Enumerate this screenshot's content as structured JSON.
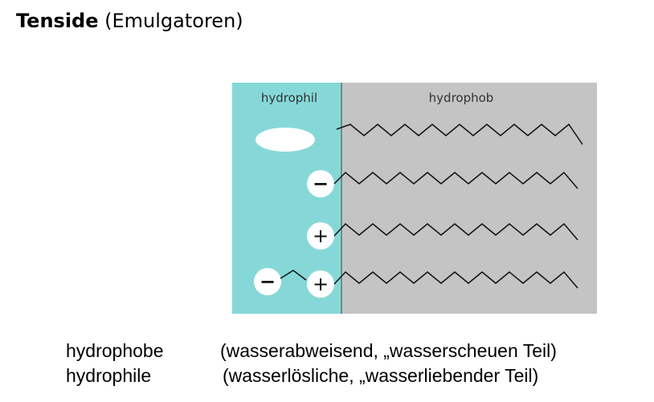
{
  "title": {
    "bold": "Tenside",
    "rest": " (Emulgatoren)"
  },
  "diagram": {
    "hydrophil_label": "hydrophil",
    "hydrophob_label": "hydrophob",
    "colors": {
      "hydrophil": "#86d8d8",
      "hydrophob": "#c4c4c4",
      "divider": "#6b8e8e",
      "chain": "#111111"
    },
    "molecules": [
      {
        "head": "nonionic"
      },
      {
        "head": "anionic",
        "sign": "−"
      },
      {
        "head": "cationic",
        "sign": "+"
      },
      {
        "head": "zwitterionic",
        "signs": [
          "−",
          "+"
        ]
      }
    ]
  },
  "captions": [
    {
      "term": "hydrophobe",
      "desc": "(wasserabweisend, „wasserscheuen Teil)"
    },
    {
      "term": "hydrophile",
      "desc": "(wasserlösliche, „wasserliebender Teil)"
    }
  ]
}
